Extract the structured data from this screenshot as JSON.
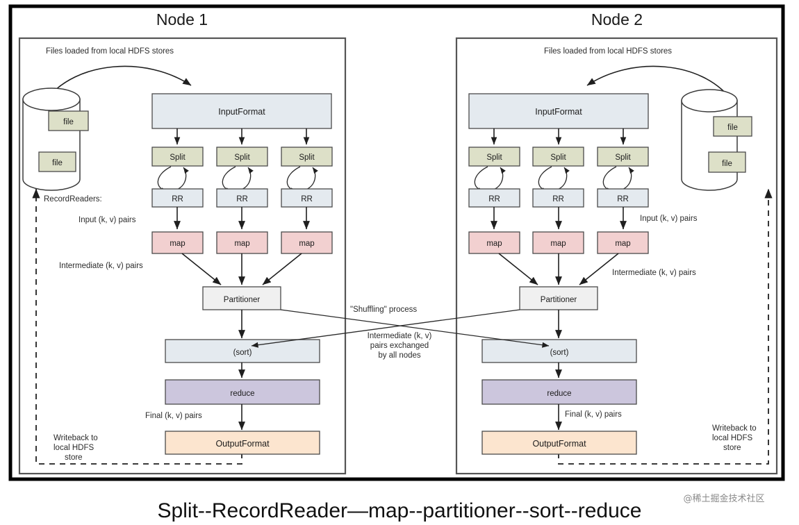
{
  "figure": {
    "caption": "Split--RecordReader—map--partitioner--sort--reduce",
    "watermark": "@稀土掘金技术社区"
  },
  "colors": {
    "inputformat": "#e4eaef",
    "split": "#dde0c8",
    "recordreader": "#e4eaef",
    "map": "#f2d0d0",
    "partitioner": "#f0f0f0",
    "sort": "#e4eaef",
    "reduce": "#ccc6dd",
    "outputformat": "#fce5cf",
    "file": "#dde0c8",
    "stroke": "#4a4a4a",
    "background": "#ffffff"
  },
  "nodes": [
    {
      "title": "Node 1",
      "annotations": {
        "files_loaded": "Files loaded from local HDFS stores",
        "record_readers": "RecordReaders:",
        "input_pairs": "Input (k, v) pairs",
        "intermediate_pairs": "Intermediate (k, v) pairs",
        "final_pairs": "Final (k, v) pairs",
        "writeback_line1": "Writeback to",
        "writeback_line2": "local HDFS",
        "writeback_line3": "store"
      },
      "store": {
        "files": [
          "file",
          "file"
        ]
      },
      "stages": {
        "input_format": "InputFormat",
        "splits": [
          "Split",
          "Split",
          "Split"
        ],
        "record_readers": [
          "RR",
          "RR",
          "RR"
        ],
        "maps": [
          "map",
          "map",
          "map"
        ],
        "partitioner": "Partitioner",
        "sort": "(sort)",
        "reduce": "reduce",
        "output_format": "OutputFormat"
      }
    },
    {
      "title": "Node 2",
      "annotations": {
        "files_loaded": "Files loaded from local HDFS stores",
        "input_pairs": "Input (k, v) pairs",
        "intermediate_pairs": "Intermediate (k, v) pairs",
        "final_pairs": "Final (k, v) pairs",
        "writeback_line1": "Writeback to",
        "writeback_line2": "local HDFS",
        "writeback_line3": "store"
      },
      "store": {
        "files": [
          "file",
          "file"
        ]
      },
      "stages": {
        "input_format": "InputFormat",
        "splits": [
          "Split",
          "Split",
          "Split"
        ],
        "record_readers": [
          "RR",
          "RR",
          "RR"
        ],
        "maps": [
          "map",
          "map",
          "map"
        ],
        "partitioner": "Partitioner",
        "sort": "(sort)",
        "reduce": "reduce",
        "output_format": "OutputFormat"
      }
    }
  ],
  "shuffle": {
    "title": "\"Shuffling\" process",
    "desc_line1": "Intermediate (k, v)",
    "desc_line2": "pairs exchanged",
    "desc_line3": "by all nodes"
  }
}
